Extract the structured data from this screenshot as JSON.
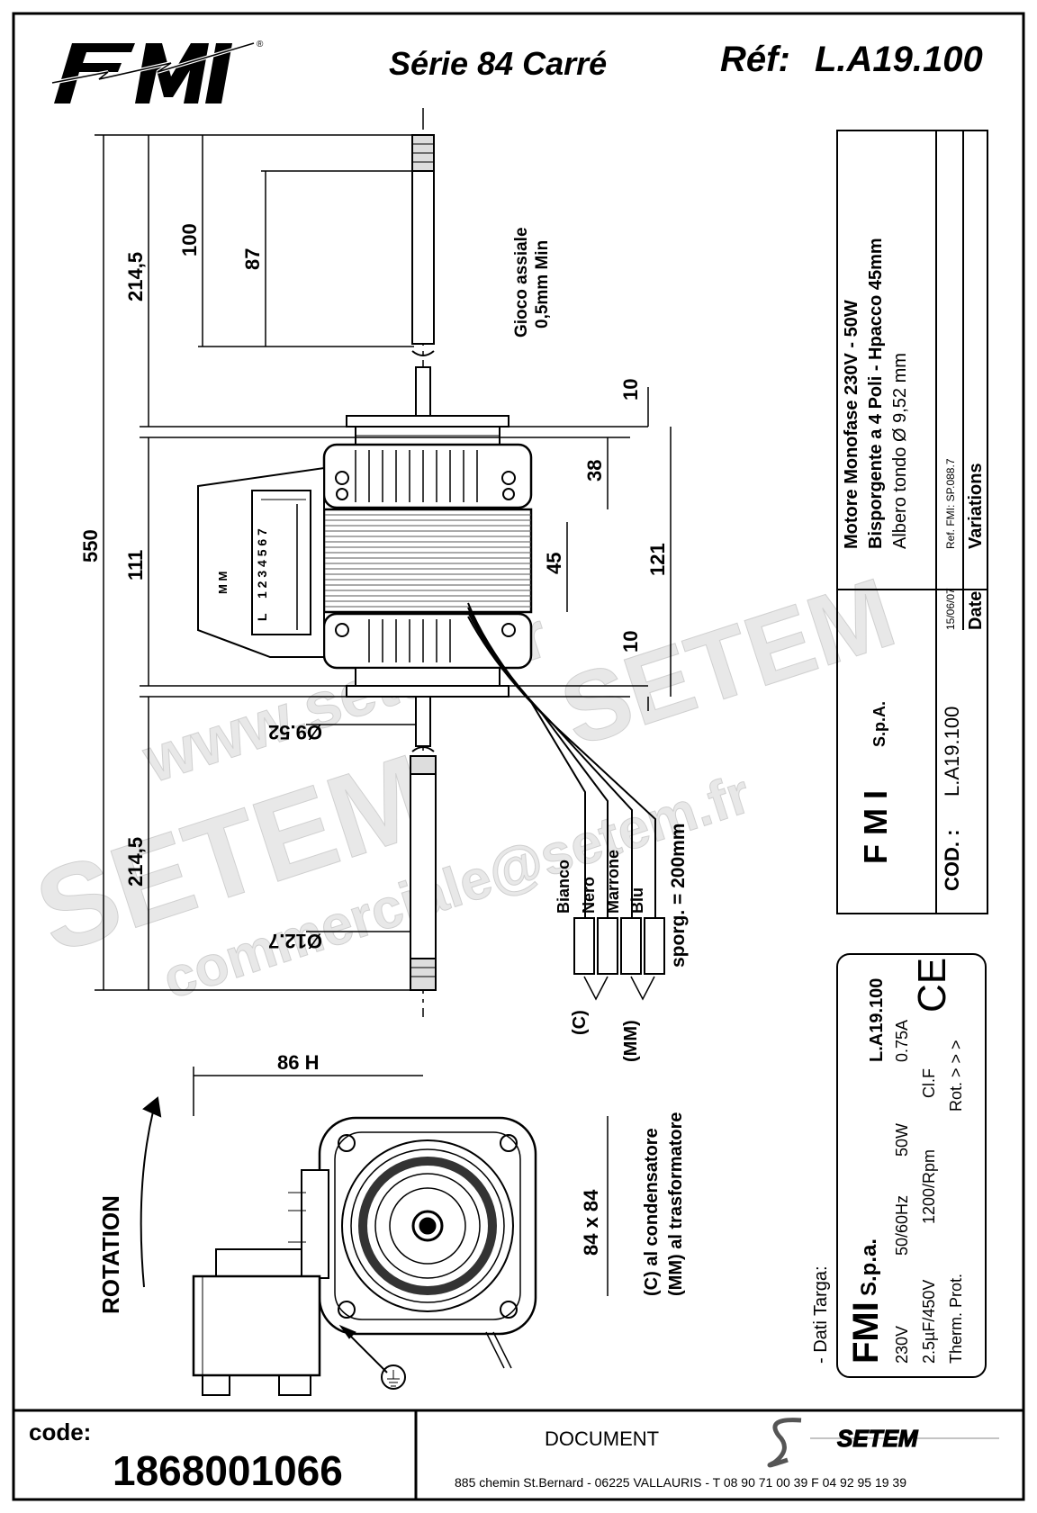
{
  "header": {
    "brand": "FMI",
    "series": "Série 84 Carré",
    "ref_label": "Réf:",
    "ref_value": "L.A19.100"
  },
  "dimensions": {
    "d214_top": "214,5",
    "d100": "100",
    "d87": "87",
    "d550": "550",
    "d111": "111",
    "d214_bottom": "214,5",
    "d10_top": "10",
    "d38": "38",
    "d45": "45",
    "d121": "121",
    "d10_bottom": "10",
    "d_shaft_952": "Ø9.52",
    "d_shaft_127": "Ø12.7",
    "d86h": "86 H",
    "d84x84": "84 x 84"
  },
  "notes": {
    "gioco_line1": "Gioco assiale",
    "gioco_line2": "0,5mm Min",
    "sporg": "sporg. = 200mm",
    "wire_bianco": "Bianco",
    "wire_nero": "Nero",
    "wire_marrone": "Marrone",
    "wire_blu": "Blu",
    "c_label": "(C)",
    "mm_label": "(MM)",
    "cond_line1": "(C) al condensatore",
    "cond_line2": "(MM) al trasformatore",
    "rotation": "ROTATION",
    "terminal_nums": "1 2 3 4 5 6 7",
    "terminal_l": "L",
    "terminal_mm": "M M"
  },
  "spec_table": {
    "line1": "Motore Monofase 230V - 50W",
    "line2": "Bisporgente a 4 Poli  -  Hpacco 45mm",
    "line3": "Albero tondo Ø 9,52 mm",
    "ref_fmi": "Ref. FMI: SP.088.7",
    "date_value": "15/06/07",
    "variations_label": "Variations",
    "date_label": "Date",
    "company_big": "F M I",
    "company_small": "S.p.A.",
    "cod_label": "COD. :",
    "cod_value": "L.A19.100"
  },
  "plate": {
    "title": "- Dati Targa:",
    "brand": "FMI",
    "brand_suffix": "S.p.a.",
    "model": "L.A19.100",
    "ce": "CE",
    "row1": [
      "230V",
      "50/60Hz",
      "50W",
      "0.75A"
    ],
    "row2": [
      "2.5µF/450V",
      "1200/Rpm",
      "Cl.F"
    ],
    "row3": [
      "Therm. Prot.",
      "Rot. > > >"
    ]
  },
  "watermarks": {
    "w1": "www.setem.fr",
    "w2": "SETEM",
    "w3": "SETEM",
    "w4": "commerciale@setem.fr"
  },
  "footer": {
    "code_label": "code:",
    "code_value": "1868001066",
    "document": "DOCUMENT",
    "logo_text": "SETEM",
    "address": "885 chemin St.Bernard  -  06225 VALLAURIS  -  T 08 90 71 00 39   F 04 92 95 19 39"
  }
}
